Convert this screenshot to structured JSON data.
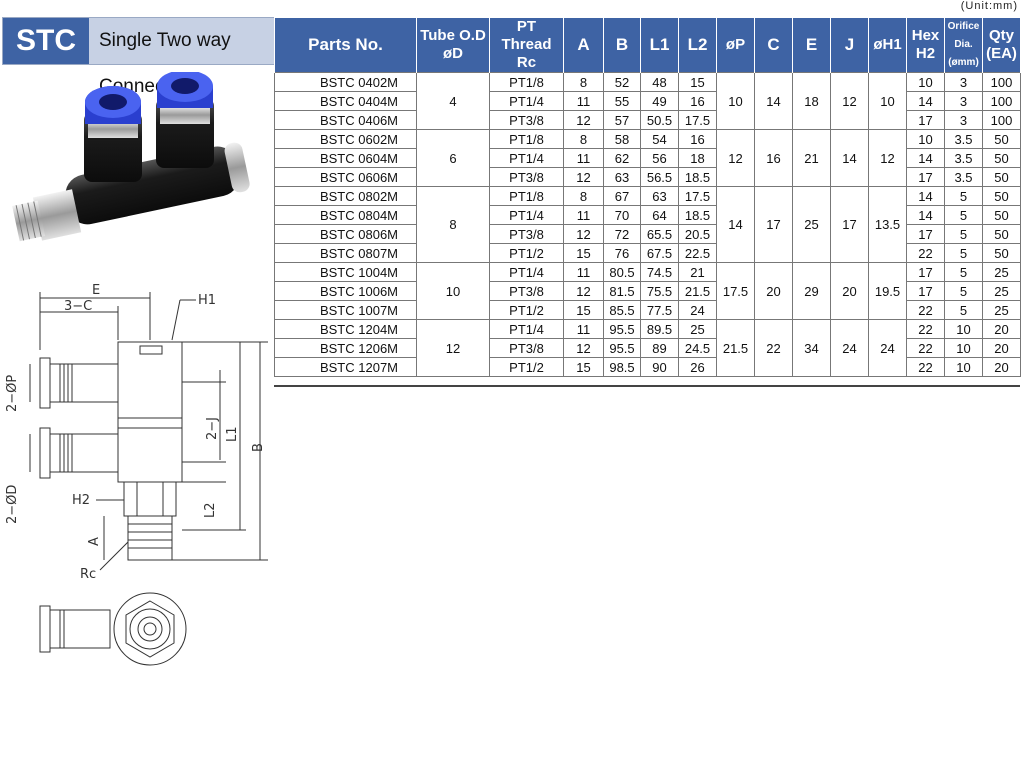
{
  "unit_label": "(Unit:mm)",
  "title": {
    "code": "STC",
    "text": "Single Two way Connector"
  },
  "headers": {
    "parts_no": "Parts No.",
    "tube_od_1": "Tube O.D",
    "tube_od_2": "øD",
    "thread_1": "PT Thread",
    "thread_2": "Rc",
    "a": "A",
    "b": "B",
    "l1": "L1",
    "l2": "L2",
    "p": "øP",
    "c": "C",
    "e": "E",
    "j": "J",
    "h1": "øH1",
    "hex_1": "Hex",
    "hex_2": "H2",
    "orifice_1": "Orifice Dia.",
    "orifice_2": "(ømm)",
    "qty_1": "Qty",
    "qty_2": "(EA)"
  },
  "groups": [
    {
      "tube": "4",
      "p": "10",
      "c": "14",
      "e": "18",
      "j": "12",
      "h1": "10",
      "rows": [
        {
          "part": "BSTC 0402M",
          "thread": "PT1/8",
          "a": "8",
          "b": "52",
          "l1": "48",
          "l2": "15",
          "hex": "10",
          "orifice": "3",
          "qty": "100"
        },
        {
          "part": "BSTC 0404M",
          "thread": "PT1/4",
          "a": "11",
          "b": "55",
          "l1": "49",
          "l2": "16",
          "hex": "14",
          "orifice": "3",
          "qty": "100"
        },
        {
          "part": "BSTC 0406M",
          "thread": "PT3/8",
          "a": "12",
          "b": "57",
          "l1": "50.5",
          "l2": "17.5",
          "hex": "17",
          "orifice": "3",
          "qty": "100"
        }
      ]
    },
    {
      "tube": "6",
      "p": "12",
      "c": "16",
      "e": "21",
      "j": "14",
      "h1": "12",
      "rows": [
        {
          "part": "BSTC 0602M",
          "thread": "PT1/8",
          "a": "8",
          "b": "58",
          "l1": "54",
          "l2": "16",
          "hex": "10",
          "orifice": "3.5",
          "qty": "50"
        },
        {
          "part": "BSTC 0604M",
          "thread": "PT1/4",
          "a": "11",
          "b": "62",
          "l1": "56",
          "l2": "18",
          "hex": "14",
          "orifice": "3.5",
          "qty": "50"
        },
        {
          "part": "BSTC 0606M",
          "thread": "PT3/8",
          "a": "12",
          "b": "63",
          "l1": "56.5",
          "l2": "18.5",
          "hex": "17",
          "orifice": "3.5",
          "qty": "50"
        }
      ]
    },
    {
      "tube": "8",
      "p": "14",
      "c": "17",
      "e": "25",
      "j": "17",
      "h1": "13.5",
      "rows": [
        {
          "part": "BSTC 0802M",
          "thread": "PT1/8",
          "a": "8",
          "b": "67",
          "l1": "63",
          "l2": "17.5",
          "hex": "14",
          "orifice": "5",
          "qty": "50"
        },
        {
          "part": "BSTC 0804M",
          "thread": "PT1/4",
          "a": "11",
          "b": "70",
          "l1": "64",
          "l2": "18.5",
          "hex": "14",
          "orifice": "5",
          "qty": "50"
        },
        {
          "part": "BSTC 0806M",
          "thread": "PT3/8",
          "a": "12",
          "b": "72",
          "l1": "65.5",
          "l2": "20.5",
          "hex": "17",
          "orifice": "5",
          "qty": "50"
        },
        {
          "part": "BSTC 0807M",
          "thread": "PT1/2",
          "a": "15",
          "b": "76",
          "l1": "67.5",
          "l2": "22.5",
          "hex": "22",
          "orifice": "5",
          "qty": "50"
        }
      ]
    },
    {
      "tube": "10",
      "p": "17.5",
      "c": "20",
      "e": "29",
      "j": "20",
      "h1": "19.5",
      "rows": [
        {
          "part": "BSTC 1004M",
          "thread": "PT1/4",
          "a": "11",
          "b": "80.5",
          "l1": "74.5",
          "l2": "21",
          "hex": "17",
          "orifice": "5",
          "qty": "25"
        },
        {
          "part": "BSTC 1006M",
          "thread": "PT3/8",
          "a": "12",
          "b": "81.5",
          "l1": "75.5",
          "l2": "21.5",
          "hex": "17",
          "orifice": "5",
          "qty": "25"
        },
        {
          "part": "BSTC 1007M",
          "thread": "PT1/2",
          "a": "15",
          "b": "85.5",
          "l1": "77.5",
          "l2": "24",
          "hex": "22",
          "orifice": "5",
          "qty": "25"
        }
      ]
    },
    {
      "tube": "12",
      "p": "21.5",
      "c": "22",
      "e": "34",
      "j": "24",
      "h1": "24",
      "rows": [
        {
          "part": "BSTC 1204M",
          "thread": "PT1/4",
          "a": "11",
          "b": "95.5",
          "l1": "89.5",
          "l2": "25",
          "hex": "22",
          "orifice": "10",
          "qty": "20"
        },
        {
          "part": "BSTC 1206M",
          "thread": "PT3/8",
          "a": "12",
          "b": "95.5",
          "l1": "89",
          "l2": "24.5",
          "hex": "22",
          "orifice": "10",
          "qty": "20"
        },
        {
          "part": "BSTC 1207M",
          "thread": "PT1/2",
          "a": "15",
          "b": "98.5",
          "l1": "90",
          "l2": "26",
          "hex": "22",
          "orifice": "10",
          "qty": "20"
        }
      ]
    }
  ],
  "drawing_labels": {
    "e": "E",
    "three_c": "3−C",
    "h1": "H1",
    "two_p": "2−ØP",
    "two_j": "2−J",
    "l1": "L1",
    "b": "B",
    "two_d": "2−ØD",
    "h2": "H2",
    "l2": "L2",
    "a": "A",
    "rc": "Rc"
  },
  "colors": {
    "header_blue": "#3e63a4",
    "title_bg": "#c7d1e4",
    "push_ring_blue": "#2a3fcf",
    "body_black": "#1b1b1b"
  }
}
